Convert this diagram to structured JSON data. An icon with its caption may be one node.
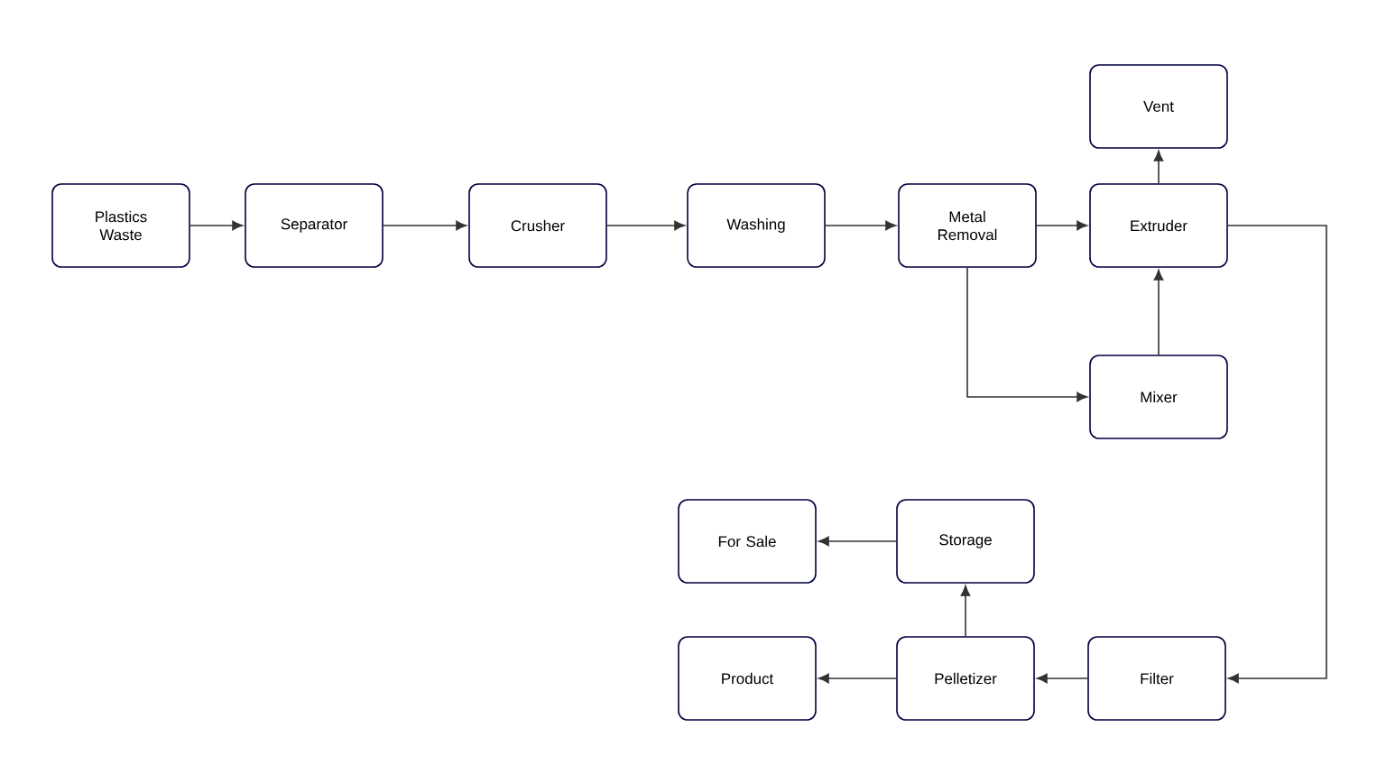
{
  "diagram": {
    "nodes": [
      {
        "text": [
          "Vent"
        ]
      },
      {
        "text": [
          "Plastics Waste"
        ]
      },
      {
        "text": [
          "Separator"
        ]
      },
      {
        "text": [
          "Crusher"
        ]
      },
      {
        "text": [
          "Washing"
        ]
      },
      {
        "text": [
          "Metal Removal"
        ]
      },
      {
        "text": [
          "Extruder"
        ]
      },
      {
        "text": [
          "Mixer"
        ]
      },
      {
        "text": [
          "For Sale"
        ]
      },
      {
        "text": [
          "Storage"
        ]
      },
      {
        "text": [
          "Product"
        ]
      },
      {
        "text": [
          "Pelletizer"
        ]
      },
      {
        "text": [
          "Filter"
        ]
      }
    ],
    "edges": [
      {
        "from": 1,
        "to": 2,
        "arrow": "to"
      },
      {
        "from": 2,
        "to": 3,
        "arrow": "to"
      },
      {
        "from": 3,
        "to": 4,
        "arrow": "to"
      },
      {
        "from": 4,
        "to": 5,
        "arrow": "to"
      },
      {
        "from": 5,
        "to": 6,
        "arrow": "to"
      },
      {
        "from": 6,
        "to": 0,
        "arrow": "to"
      },
      {
        "from": 5,
        "to": 7,
        "arrow": "to"
      },
      {
        "from": 7,
        "to": 6,
        "arrow": "to"
      },
      {
        "from": 6,
        "to": 12,
        "arrow": "to"
      },
      {
        "from": 12,
        "to": 11,
        "arrow": "to"
      },
      {
        "from": 11,
        "to": 10,
        "arrow": "to"
      },
      {
        "from": 11,
        "to": 9,
        "arrow": "to"
      },
      {
        "from": 9,
        "to": 8,
        "arrow": "to"
      }
    ]
  }
}
